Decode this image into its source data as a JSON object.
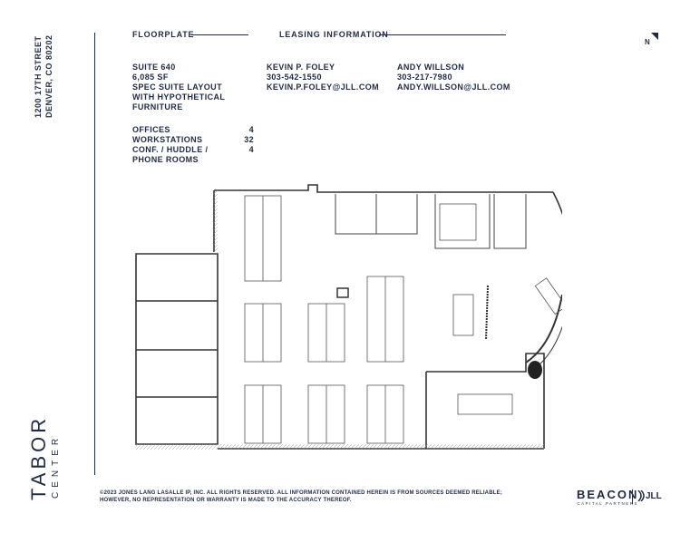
{
  "sidebar": {
    "address_line1": "1200 17TH STREET",
    "address_line2": "DENVER, CO 80202",
    "brand_main": "TABOR",
    "brand_sub": "CENTER"
  },
  "header": {
    "floorplate_label": "FLOORPLATE",
    "leasing_label": "LEASING INFORMATION",
    "north_label": "N"
  },
  "suite": {
    "name": "SUITE 640",
    "size": "6,085 SF",
    "desc_line1": "SPEC SUITE LAYOUT",
    "desc_line2": "WITH HYPOTHETICAL",
    "desc_line3": "FURNITURE"
  },
  "counts": [
    {
      "label": "OFFICES",
      "value": "4"
    },
    {
      "label": "WORKSTATIONS",
      "value": "32"
    },
    {
      "label": "CONF. / HUDDLE /",
      "value": "4"
    },
    {
      "label": "PHONE ROOMS",
      "value": ""
    }
  ],
  "contacts": [
    {
      "name": "KEVIN P. FOLEY",
      "phone": "303-542-1550",
      "email": "KEVIN.P.FOLEY@JLL.COM"
    },
    {
      "name": "ANDY WILLSON",
      "phone": "303-217-7980",
      "email": "ANDY.WILLSON@JLL.COM"
    }
  ],
  "footer": {
    "disclaimer_line1": "©2023 JONES LANG LASALLE IP, INC. ALL RIGHTS RESERVED. ALL INFORMATION CONTAINED HEREIN IS FROM SOURCES DEEMED RELIABLE;",
    "disclaimer_line2": "HOWEVER, NO REPRESENTATION OR WARRANTY IS MADE TO THE ACCURACY THEREOF."
  },
  "logos": {
    "beacon": "BEACON",
    "beacon_sub": "CAPITAL PARTNERS",
    "jll": "JLL"
  },
  "colors": {
    "navy": "#1f2a44",
    "wall": "#333333",
    "furniture": "#555555"
  }
}
